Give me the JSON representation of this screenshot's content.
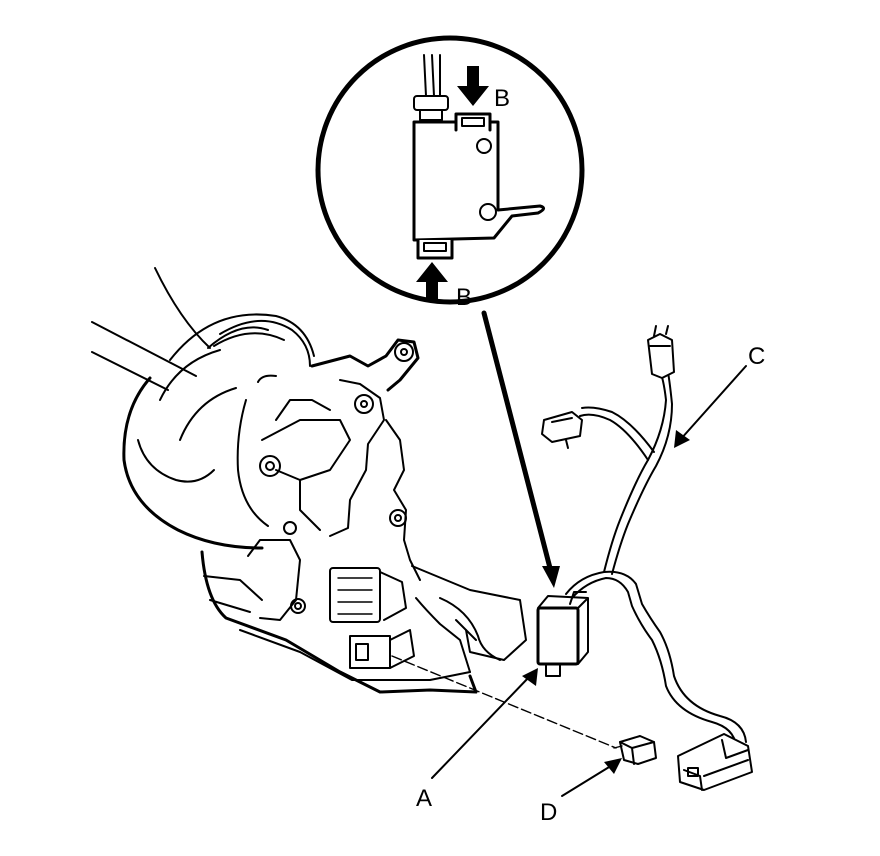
{
  "labels": {
    "a": "A",
    "b_top": "B",
    "b_bottom": "B",
    "c": "C",
    "d": "D"
  },
  "colors": {
    "line": "#000000",
    "background": "#ffffff"
  }
}
